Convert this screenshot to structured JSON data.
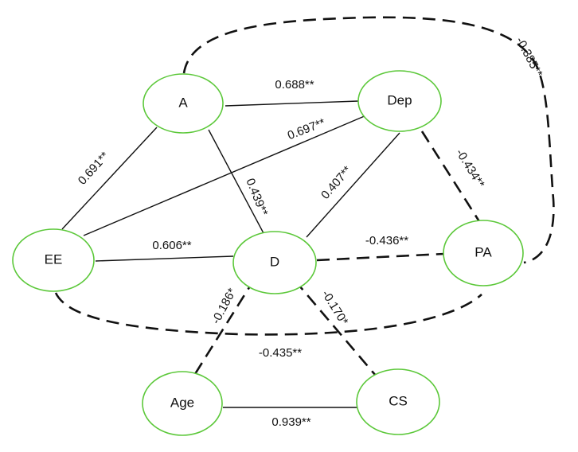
{
  "colors": {
    "node_stroke": "#5cc83a",
    "edge": "#111111",
    "background": "#ffffff"
  },
  "nodes": {
    "A": "A",
    "Dep": "Dep",
    "EE": "EE",
    "D": "D",
    "PA": "PA",
    "Age": "Age",
    "CS": "CS"
  },
  "edges": {
    "A_Dep": "0.688**",
    "EE_Dep": "0.697**",
    "EE_A": "0.691**",
    "A_D": "0.439**",
    "D_Dep": "0.407**",
    "Dep_PA": "-0.434**",
    "EE_D": "0.606**",
    "D_PA": "-0.436**",
    "A_PA": "-0.385**",
    "D_Age": "-0.186*",
    "D_CS": "-0.170*",
    "EE_PA": "-0.435**",
    "Age_CS": "0.939**"
  }
}
